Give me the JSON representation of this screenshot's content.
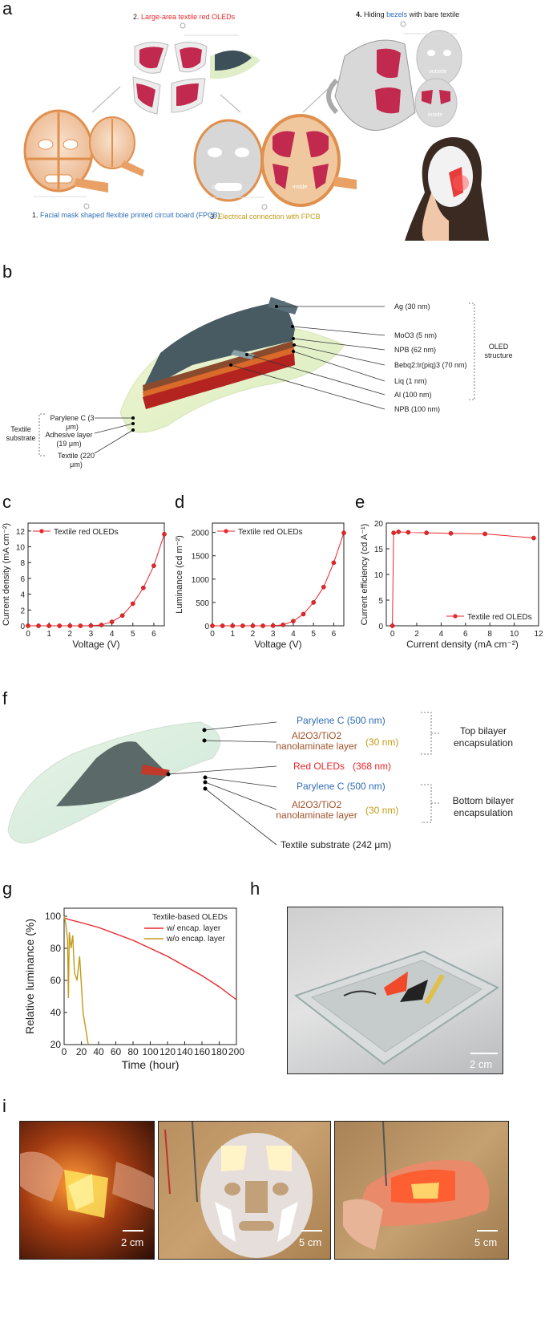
{
  "panels": {
    "a": "a",
    "b": "b",
    "c": "c",
    "d": "d",
    "e": "e",
    "f": "f",
    "g": "g",
    "h": "h",
    "i": "i"
  },
  "panel_a": {
    "step1_num": "1.",
    "step1_text": "Facial mask shaped flexible printed circuit board (FPCB)",
    "step2_num": "2.",
    "step2_text": "Large-area textile red OLEDs",
    "step3_num": "3.",
    "step3_text": "Electrical connection with FPCB",
    "step4_num": "4.",
    "step4_pre": "Hiding",
    "step4_blue": "bezels",
    "step4_post": "with bare textile",
    "outside": "outside",
    "inside": "inside"
  },
  "panel_b": {
    "layers": [
      "Ag (30 nm)",
      "MoO3 (5 nm)",
      "NPB (62 nm)",
      "Bebq2:Ir(piq)3 (70 nm)",
      "Liq (1 nm)",
      "Al (100 nm)",
      "NPB (100 nm)"
    ],
    "oled_group": "OLED structure",
    "substrate_layers": [
      "Parylene C (3 μm)",
      "Adhesive layer (19 μm)",
      "Textile (220 μm)"
    ],
    "substrate_group": "Textile substrate"
  },
  "panel_f": {
    "parylene_top": "Parylene C (500 nm)",
    "al2o3_top_line1": "Al2O3/TiO2",
    "al2o3_top_line2": "nanolaminate layer",
    "al2o3_top_thick": "(30 nm)",
    "red_oleds": "Red OLEDs",
    "red_oleds_thick": "(368 nm)",
    "parylene_bottom": "Parylene C (500 nm)",
    "al2o3_bot_line1": "Al2O3/TiO2",
    "al2o3_bot_line2": "nanolaminate layer",
    "al2o3_bot_thick": "(30 nm)",
    "textile": "Textile substrate (242 μm)",
    "top_group": "Top bilayer encapsulation",
    "bottom_group": "Bottom bilayer encapsulation"
  },
  "photos": {
    "h_scale": "2 cm",
    "i1_scale": "2 cm",
    "i2_scale": "5 cm",
    "i3_scale": "5 cm"
  },
  "colors": {
    "red": "#e8262a",
    "blue": "#2f6db5",
    "gold": "#c49a16",
    "orange": "#e58a3c",
    "crimson": "#b0173f"
  },
  "chart_data": [
    {
      "id": "c",
      "type": "line",
      "xlabel": "Voltage (V)",
      "ylabel": "Current density (mA cm⁻²)",
      "xlim": [
        0,
        6.5
      ],
      "ylim": [
        0,
        13
      ],
      "xticks": [
        0,
        1,
        2,
        3,
        4,
        5,
        6
      ],
      "yticks": [
        0,
        2,
        4,
        6,
        8,
        10,
        12
      ],
      "legend": "top-left",
      "series": [
        {
          "name": "Textile red OLEDs",
          "x": [
            0,
            0.5,
            1,
            1.5,
            2,
            2.5,
            3,
            3.5,
            4,
            4.5,
            5,
            5.5,
            6,
            6.5
          ],
          "y": [
            0,
            0,
            0,
            0,
            0,
            0,
            0.02,
            0.1,
            0.5,
            1.3,
            2.8,
            4.8,
            7.6,
            11.6
          ]
        }
      ]
    },
    {
      "id": "d",
      "type": "line",
      "xlabel": "Voltage (V)",
      "ylabel": "Luminance (cd m⁻²)",
      "xlim": [
        0,
        6.5
      ],
      "ylim": [
        0,
        2200
      ],
      "xticks": [
        0,
        1,
        2,
        3,
        4,
        5,
        6
      ],
      "yticks": [
        0,
        500,
        1000,
        1500,
        2000
      ],
      "legend": "top-left",
      "series": [
        {
          "name": "Textile red OLEDs",
          "x": [
            0,
            0.5,
            1,
            1.5,
            2,
            2.5,
            3,
            3.5,
            4,
            4.5,
            5,
            5.5,
            6,
            6.5
          ],
          "y": [
            0,
            0,
            0,
            0,
            0,
            0,
            2,
            20,
            100,
            250,
            500,
            830,
            1350,
            1990
          ]
        }
      ]
    },
    {
      "id": "e",
      "type": "line",
      "xlabel": "Current density (mA cm⁻²)",
      "ylabel": "Current efficiency (cd A⁻¹)",
      "xlim": [
        -0.5,
        12
      ],
      "ylim": [
        0,
        20
      ],
      "xticks": [
        0,
        2,
        4,
        6,
        8,
        10,
        12
      ],
      "yticks": [
        0,
        5,
        10,
        15,
        20
      ],
      "legend": "bottom-right",
      "series": [
        {
          "name": "Textile red OLEDs",
          "x": [
            0,
            0.1,
            0.5,
            1.3,
            2.8,
            4.8,
            7.6,
            11.6
          ],
          "y": [
            0,
            18.1,
            18.3,
            18.2,
            18.1,
            18.0,
            17.9,
            17.1
          ]
        }
      ]
    },
    {
      "id": "g",
      "type": "line",
      "xlabel": "Time (hour)",
      "ylabel": "Relative luminance (%)",
      "xlim": [
        0,
        200
      ],
      "ylim": [
        20,
        105
      ],
      "xticks": [
        0,
        20,
        40,
        60,
        80,
        100,
        120,
        140,
        160,
        180,
        200
      ],
      "yticks": [
        20,
        40,
        60,
        80,
        100
      ],
      "legend": "top-right",
      "legend_title": "Textile-based OLEDs",
      "series": [
        {
          "name": "w/ encap. layer",
          "color": "#e8262a",
          "x": [
            0,
            5,
            20,
            40,
            60,
            80,
            100,
            120,
            140,
            160,
            180,
            195,
            200
          ],
          "y": [
            99,
            98,
            96,
            93,
            89,
            85,
            80,
            75,
            69,
            63,
            56,
            50,
            48
          ]
        },
        {
          "name": "w/o encap. layer",
          "color": "#c49a16",
          "x": [
            0,
            2,
            4,
            5,
            6,
            8,
            10,
            12,
            15,
            18,
            22,
            25,
            28
          ],
          "y": [
            100,
            95,
            85,
            49,
            90,
            80,
            88,
            65,
            60,
            75,
            40,
            30,
            20
          ]
        }
      ]
    }
  ]
}
